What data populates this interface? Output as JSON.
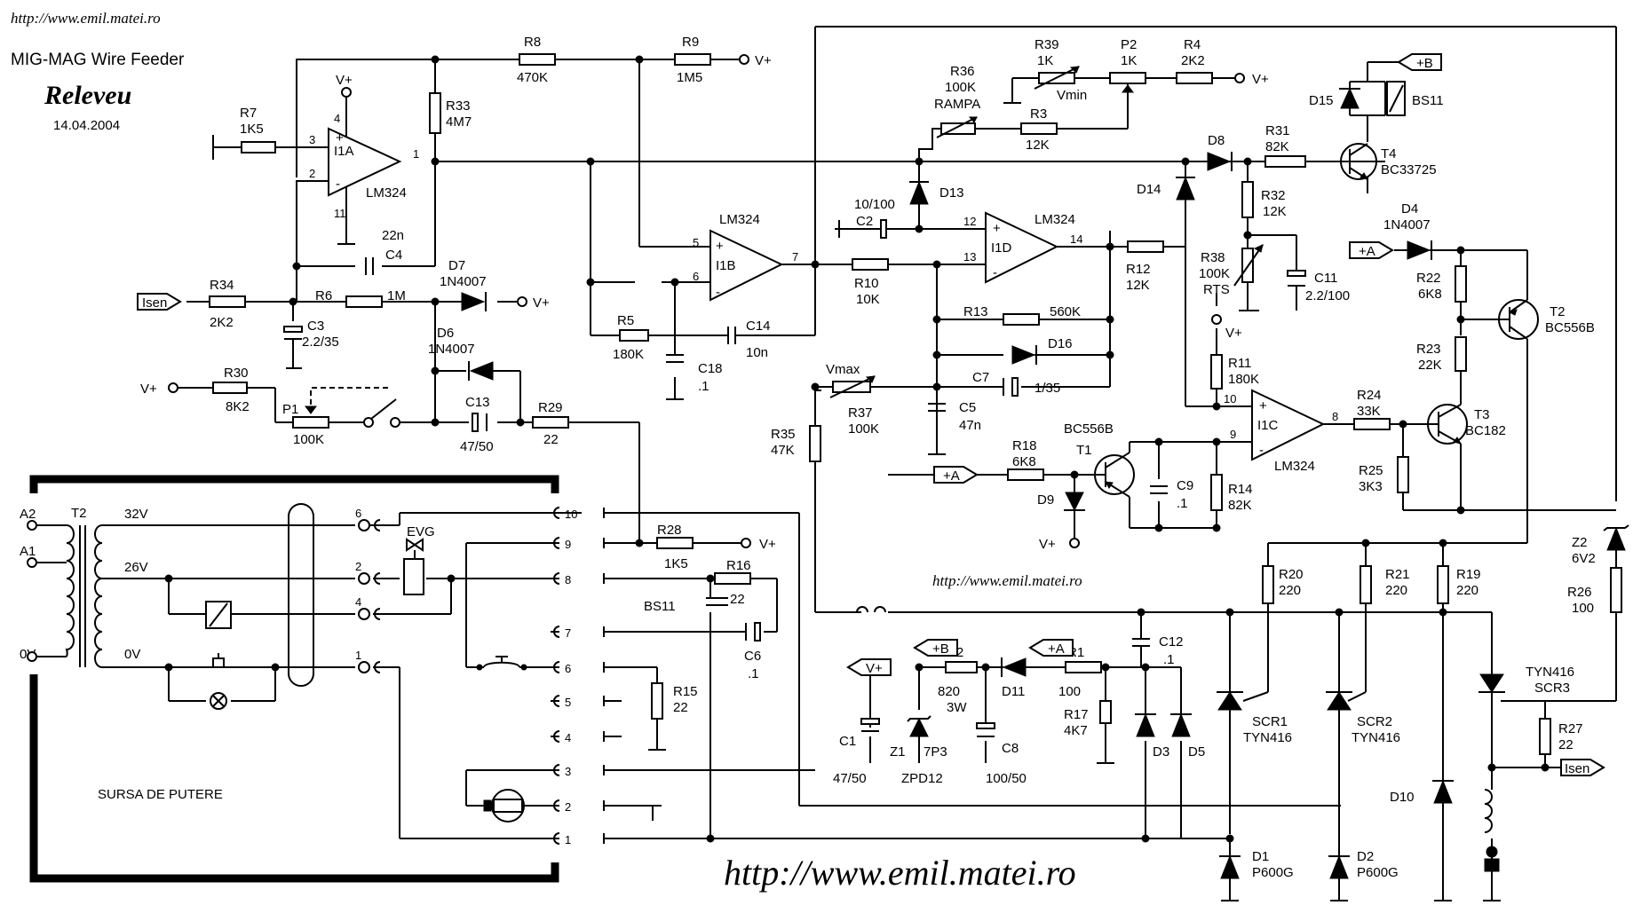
{
  "header": {
    "url_top": "http://www.emil.matei.ro",
    "title": "MIG-MAG Wire Feeder",
    "subtitle": "Releveu",
    "date": "14.04.2004",
    "url_middle": "http://www.emil.matei.ro",
    "url_bottom": "http://www.emil.matei.ro"
  },
  "opamps": [
    {
      "ref": "I1A",
      "type": "LM324",
      "pins": [
        "3",
        "2",
        "1",
        "4",
        "11"
      ]
    },
    {
      "ref": "I1B",
      "type": "LM324",
      "pins": [
        "5",
        "6",
        "7"
      ]
    },
    {
      "ref": "I1D",
      "type": "LM324",
      "pins": [
        "12",
        "13",
        "14"
      ]
    },
    {
      "ref": "I1C",
      "type": "LM324",
      "pins": [
        "10",
        "9",
        "8"
      ]
    }
  ],
  "resistors": [
    {
      "ref": "R7",
      "value": "1K5"
    },
    {
      "ref": "R33",
      "value": "4M7"
    },
    {
      "ref": "R8",
      "value": "470K"
    },
    {
      "ref": "R9",
      "value": "1M5"
    },
    {
      "ref": "R34",
      "value": "2K2"
    },
    {
      "ref": "R6",
      "value": "1M"
    },
    {
      "ref": "R30",
      "value": "8K2"
    },
    {
      "ref": "R29",
      "value": "22"
    },
    {
      "ref": "R5",
      "value": "180K"
    },
    {
      "ref": "R10",
      "value": "10K"
    },
    {
      "ref": "R36",
      "value": "100K",
      "note": "RAMPA"
    },
    {
      "ref": "R39",
      "value": "1K",
      "note": "Vmin"
    },
    {
      "ref": "P2",
      "value": "1K"
    },
    {
      "ref": "R4",
      "value": "2K2"
    },
    {
      "ref": "R3",
      "value": "12K"
    },
    {
      "ref": "R31",
      "value": "82K"
    },
    {
      "ref": "R32",
      "value": "12K"
    },
    {
      "ref": "R38",
      "value": "100K",
      "note": "RTS"
    },
    {
      "ref": "R12",
      "value": "12K"
    },
    {
      "ref": "R13",
      "value": "560K"
    },
    {
      "ref": "R37",
      "value": "100K",
      "note": "Vmax"
    },
    {
      "ref": "R35",
      "value": "47K"
    },
    {
      "ref": "R18",
      "value": "6K8"
    },
    {
      "ref": "R14",
      "value": "82K"
    },
    {
      "ref": "R11",
      "value": "180K"
    },
    {
      "ref": "R24",
      "value": "33K"
    },
    {
      "ref": "R22",
      "value": "6K8"
    },
    {
      "ref": "R23",
      "value": "22K"
    },
    {
      "ref": "R25",
      "value": "3K3"
    },
    {
      "ref": "R20",
      "value": "220"
    },
    {
      "ref": "R21",
      "value": "220"
    },
    {
      "ref": "R19",
      "value": "220"
    },
    {
      "ref": "R26",
      "value": "100"
    },
    {
      "ref": "R27",
      "value": "22"
    },
    {
      "ref": "R28",
      "value": "1K5"
    },
    {
      "ref": "R16",
      "value": "22"
    },
    {
      "ref": "R15",
      "value": "22"
    },
    {
      "ref": "R2",
      "value": "820",
      "note": "3W"
    },
    {
      "ref": "R1",
      "value": "100"
    },
    {
      "ref": "R17",
      "value": "4K7"
    },
    {
      "ref": "P1",
      "value": "100K"
    }
  ],
  "capacitors": [
    {
      "ref": "C4",
      "value": "22n"
    },
    {
      "ref": "C3",
      "value": "2.2/35"
    },
    {
      "ref": "C13",
      "value": "47/50"
    },
    {
      "ref": "C14",
      "value": "10n"
    },
    {
      "ref": "C18",
      "value": ".1"
    },
    {
      "ref": "C2",
      "value": "10/100"
    },
    {
      "ref": "C11",
      "value": "2.2/100"
    },
    {
      "ref": "C7",
      "value": "1/35"
    },
    {
      "ref": "C5",
      "value": "47n"
    },
    {
      "ref": "C9",
      "value": ".1"
    },
    {
      "ref": "C6",
      "value": ".1"
    },
    {
      "ref": "C12",
      "value": ".1"
    },
    {
      "ref": "C1",
      "value": "47/50"
    },
    {
      "ref": "C8",
      "value": "100/50"
    }
  ],
  "diodes": [
    {
      "ref": "D7",
      "value": "1N4007"
    },
    {
      "ref": "D6",
      "value": "1N4007"
    },
    {
      "ref": "D13",
      "value": ""
    },
    {
      "ref": "D8",
      "value": ""
    },
    {
      "ref": "D14",
      "value": ""
    },
    {
      "ref": "D15",
      "value": ""
    },
    {
      "ref": "D4",
      "value": "1N4007"
    },
    {
      "ref": "D16",
      "value": ""
    },
    {
      "ref": "D9",
      "value": ""
    },
    {
      "ref": "D11",
      "value": ""
    },
    {
      "ref": "D3",
      "value": ""
    },
    {
      "ref": "D5",
      "value": ""
    },
    {
      "ref": "D10",
      "value": ""
    },
    {
      "ref": "D1",
      "value": "P600G"
    },
    {
      "ref": "D2",
      "value": "P600G"
    },
    {
      "ref": "Z1",
      "value": "7P3",
      "note": "ZPD12"
    },
    {
      "ref": "Z2",
      "value": "6V2"
    }
  ],
  "transistors": [
    {
      "ref": "T4",
      "value": "BC33725"
    },
    {
      "ref": "T2",
      "value": "BC556B"
    },
    {
      "ref": "T3",
      "value": "BC182"
    },
    {
      "ref": "T1",
      "value": "BC556B"
    }
  ],
  "thyristors": [
    {
      "ref": "SCR1",
      "value": "TYN416"
    },
    {
      "ref": "SCR2",
      "value": "TYN416"
    },
    {
      "ref": "SCR3",
      "value": "TYN416"
    }
  ],
  "other": {
    "relay_bs11": "BS11",
    "evg": "EVG",
    "transformer": "T2",
    "power_block": "SURSA DE PUTERE",
    "taps": [
      "A2",
      "A1",
      "0V",
      "32V",
      "26V",
      "0V"
    ]
  },
  "connector_pins": [
    "10",
    "9",
    "8",
    "7",
    "6",
    "5",
    "4",
    "3",
    "2",
    "1"
  ],
  "left_pins": [
    "6",
    "2",
    "4",
    "1"
  ],
  "nets": {
    "vplus": "V+",
    "ra": "+A",
    "rb": "+B",
    "isen": "Isen"
  }
}
